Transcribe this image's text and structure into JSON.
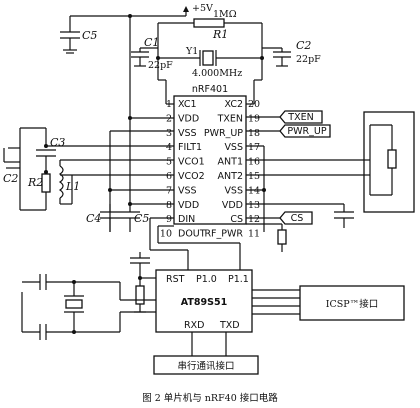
{
  "supply": "+5V",
  "crystal_top": {
    "res_value": "1MΩ",
    "res_label": "R1",
    "xtal_label": "Y1",
    "freq": "4.000MHz"
  },
  "caps": {
    "c1": {
      "label": "C1",
      "value": "22pF"
    },
    "c2": {
      "label": "C2",
      "value": "22pF"
    },
    "c3": {
      "label": "C3"
    },
    "c4": {
      "label": "C4"
    },
    "c5_top": {
      "label": "C5"
    },
    "c5_bottom": {
      "label": "C5"
    },
    "c2_left": {
      "label": "C2"
    }
  },
  "resistors": {
    "r2": "R2"
  },
  "inductor": "L1",
  "chip": {
    "name": "nRF401",
    "left_pins": [
      {
        "num": "1",
        "name": "XC1"
      },
      {
        "num": "2",
        "name": "VDD"
      },
      {
        "num": "3",
        "name": "VSS"
      },
      {
        "num": "4",
        "name": "FILT1"
      },
      {
        "num": "5",
        "name": "VCO1"
      },
      {
        "num": "6",
        "name": "VCO2"
      },
      {
        "num": "7",
        "name": "VSS"
      },
      {
        "num": "8",
        "name": "VDD"
      },
      {
        "num": "9",
        "name": "DIN"
      },
      {
        "num": "10",
        "name": "DOUT"
      }
    ],
    "right_pins": [
      {
        "num": "20",
        "name": "XC2"
      },
      {
        "num": "19",
        "name": "TXEN"
      },
      {
        "num": "18",
        "name": "PWR_UP"
      },
      {
        "num": "17",
        "name": "VSS"
      },
      {
        "num": "16",
        "name": "ANT1"
      },
      {
        "num": "15",
        "name": "ANT2"
      },
      {
        "num": "14",
        "name": "VSS"
      },
      {
        "num": "13",
        "name": "VDD"
      },
      {
        "num": "12",
        "name": "CS"
      },
      {
        "num": "11",
        "name": "RF_PWR"
      }
    ]
  },
  "net_labels": {
    "txen": "TXEN",
    "pwr_up": "PWR_UP",
    "cs": "CS"
  },
  "mcu": {
    "name": "AT89S51",
    "pins": {
      "rst": "RST",
      "p10": "P1.0",
      "p11": "P1.1",
      "rxd": "RXD",
      "txd": "TXD"
    }
  },
  "icsp": "ICSP™接口",
  "serial": "串行通讯接口",
  "caption": "图 2  单片机与 nRF40 接口电路"
}
